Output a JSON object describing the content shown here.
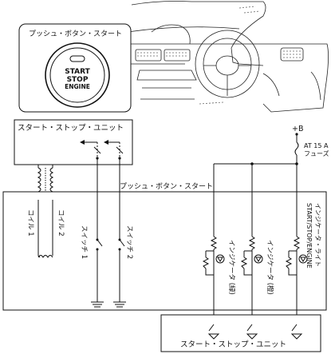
{
  "photo_callout": {
    "title": "プッシュ・ボタン・スタート",
    "button_text": [
      "START",
      "STOP",
      "ENGINE"
    ]
  },
  "unit_top": {
    "label": "スタート・ストップ・ユニット"
  },
  "unit_bottom": {
    "label": "スタート・ストップ・ユニット"
  },
  "main_block": {
    "label": "プッシュ・ボタン・スタート"
  },
  "power": {
    "label": "+B"
  },
  "fuse": {
    "line1": "AT 15 A",
    "line2": "フューズ"
  },
  "coils": [
    "コイル 1",
    "コイル 2"
  ],
  "switches": [
    "スイッチ 1",
    "スイッチ 2"
  ],
  "indicators": {
    "green": "インジケータ (緑)",
    "amber": "インジケータ (橙)",
    "start_line1": "START/STOP/ENGINE",
    "start_line2": "インジケータ・ライト"
  }
}
